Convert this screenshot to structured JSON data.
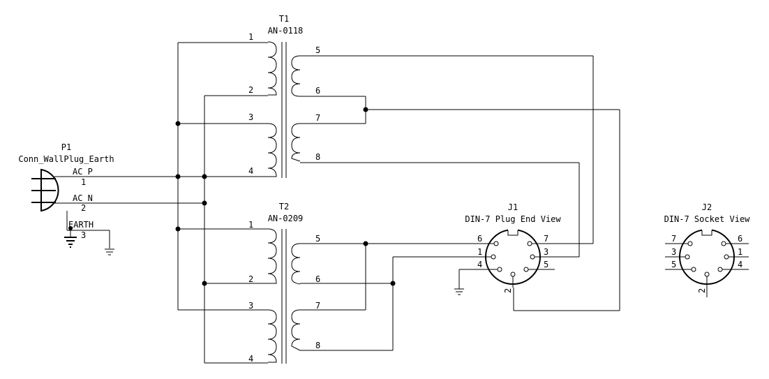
{
  "t1": {
    "ref": "T1",
    "value": "AN-0118",
    "pins": [
      "1",
      "2",
      "3",
      "4",
      "5",
      "6",
      "7",
      "8"
    ]
  },
  "t2": {
    "ref": "T2",
    "value": "AN-0209",
    "pins": [
      "1",
      "2",
      "3",
      "4",
      "5",
      "6",
      "7",
      "8"
    ]
  },
  "p1": {
    "ref": "P1",
    "value": "Conn_WallPlug_Earth",
    "pins": [
      {
        "name": "AC_P",
        "num": "1"
      },
      {
        "name": "AC_N",
        "num": "2"
      },
      {
        "name": "EARTH",
        "num": "3"
      }
    ]
  },
  "j1": {
    "ref": "J1",
    "value": "DIN-7 Plug End View",
    "pins": [
      "6",
      "1",
      "4",
      "7",
      "3",
      "5",
      "2"
    ]
  },
  "j2": {
    "ref": "J2",
    "value": "DIN-7 Socket View",
    "pins": [
      "7",
      "3",
      "5",
      "6",
      "1",
      "4",
      "2"
    ]
  }
}
